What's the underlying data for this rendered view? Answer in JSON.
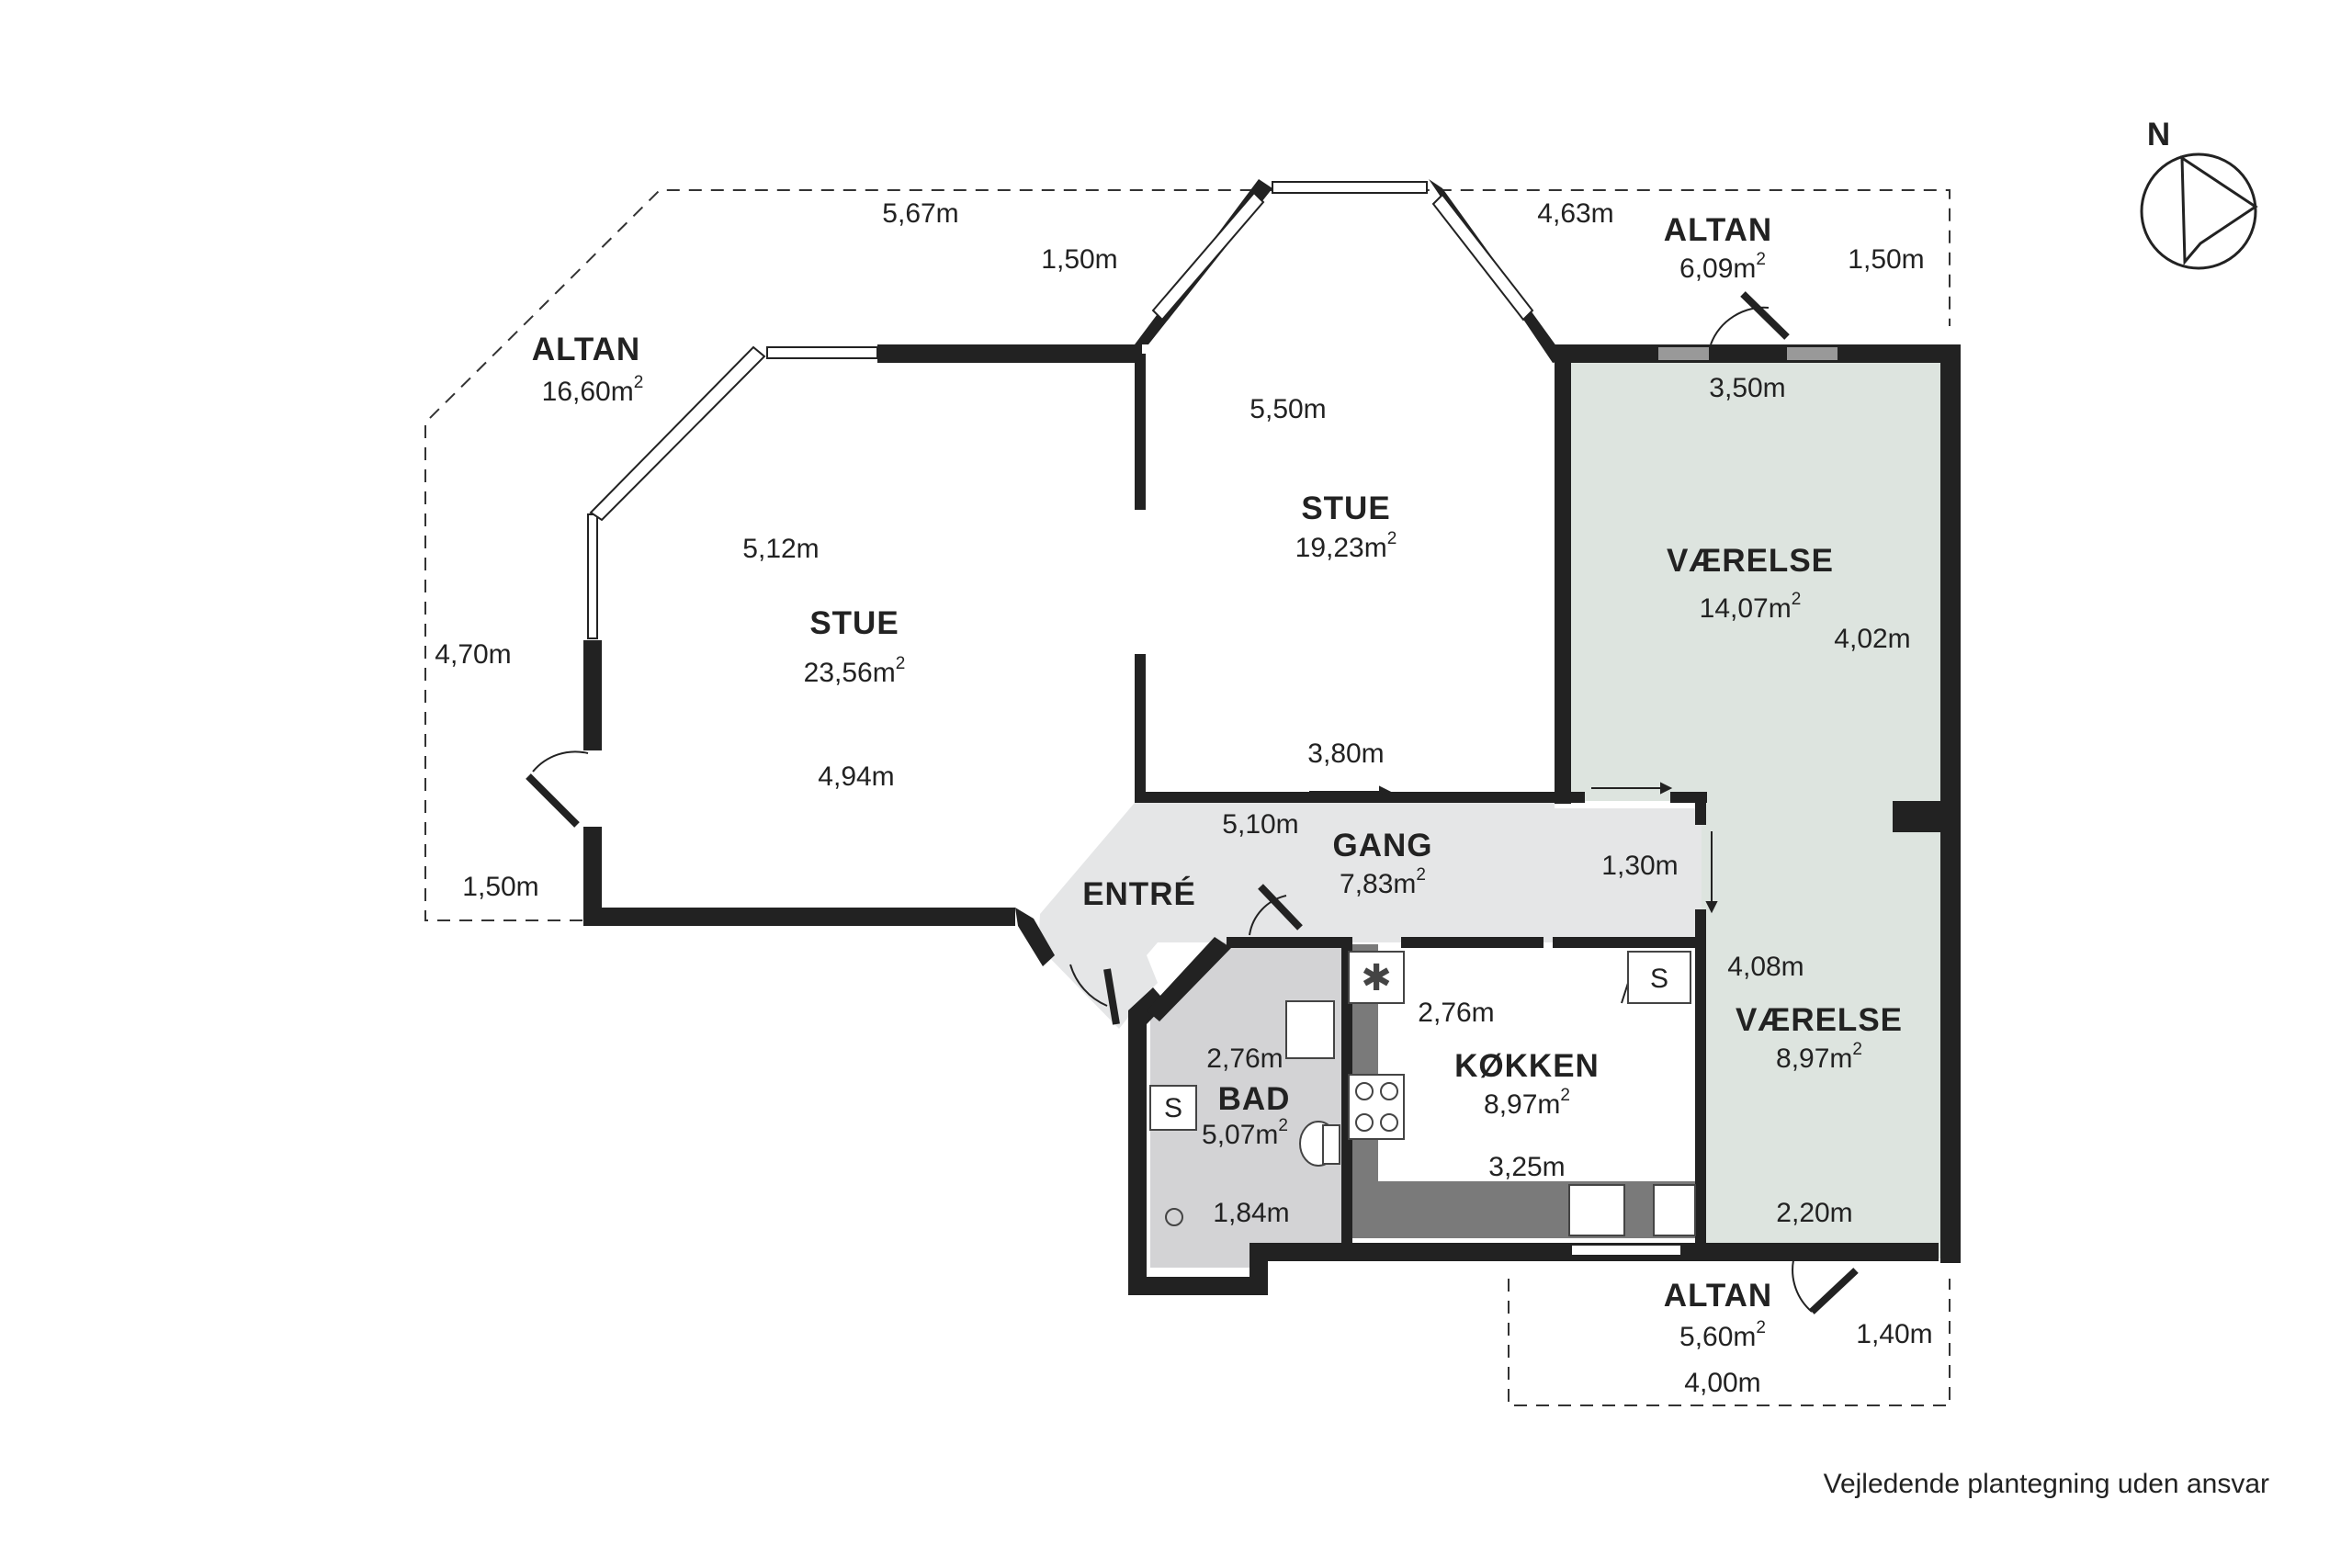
{
  "disclaimer": "Vejledende plantegning uden ansvar",
  "compass": {
    "label": "N"
  },
  "colors": {
    "wall": "#222222",
    "room_green": "#dde4df",
    "room_grey": "#e5e6e7",
    "bath": "#d3d3d5",
    "counter": "#7a7a7a"
  },
  "rooms": {
    "stue_left": {
      "name": "STUE",
      "area": "23,56m",
      "sup": "2"
    },
    "stue_right": {
      "name": "STUE",
      "area": "19,23m",
      "sup": "2"
    },
    "vaerelse_top": {
      "name": "VÆRELSE",
      "area": "14,07m",
      "sup": "2"
    },
    "vaerelse_bottom": {
      "name": "VÆRELSE",
      "area": "8,97m",
      "sup": "2"
    },
    "gang": {
      "name": "GANG",
      "area": "7,83m",
      "sup": "2"
    },
    "entre": {
      "name": "ENTRÉ"
    },
    "koekken": {
      "name": "KØKKEN",
      "area": "8,97m",
      "sup": "2"
    },
    "bad": {
      "name": "BAD",
      "area": "5,07m",
      "sup": "2"
    },
    "altan_left": {
      "name": "ALTAN",
      "area": "16,60m",
      "sup": "2"
    },
    "altan_top": {
      "name": "ALTAN",
      "area": "6,09m",
      "sup": "2"
    },
    "altan_bottom": {
      "name": "ALTAN",
      "area": "5,60m",
      "sup": "2"
    }
  },
  "dimensions": {
    "d_567": "5,67m",
    "d_150a": "1,50m",
    "d_463": "4,63m",
    "d_150b": "1,50m",
    "d_550": "5,50m",
    "d_350": "3,50m",
    "d_512": "5,12m",
    "d_470": "4,70m",
    "d_494": "4,94m",
    "d_380": "3,80m",
    "d_402": "4,02m",
    "d_150c": "1,50m",
    "d_510": "5,10m",
    "d_130": "1,30m",
    "d_408": "4,08m",
    "d_276a": "2,76m",
    "d_276b": "2,76m",
    "d_325": "3,25m",
    "d_184": "1,84m",
    "d_220": "2,20m",
    "d_140": "1,40m",
    "d_400": "4,00m"
  },
  "fixtures": {
    "sink_label": "S",
    "bath_label": "S"
  }
}
